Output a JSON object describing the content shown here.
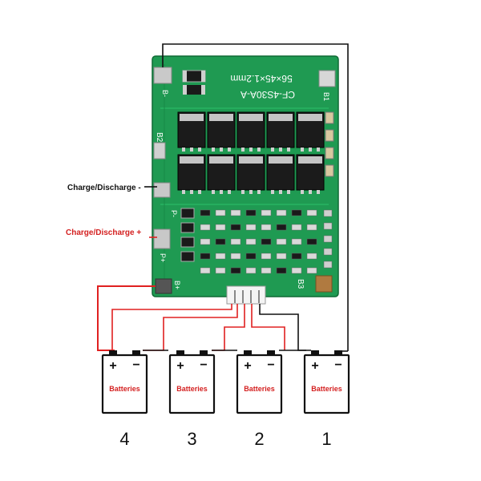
{
  "board": {
    "model_label": "CF-4S30A-A",
    "size_label": "56×45×1.2mm",
    "pads": {
      "b_minus": "B-",
      "b1": "B1",
      "b2": "B2",
      "b3": "B3",
      "p_minus": "P-",
      "p_plus": "P+",
      "b_plus": "B+"
    }
  },
  "labels": {
    "charge_discharge_minus": "Charge/Discharge -",
    "charge_discharge_plus": "Charge/Discharge +"
  },
  "batteries": [
    {
      "number": "4",
      "label": "Batteries",
      "plus": "+",
      "minus": "−"
    },
    {
      "number": "3",
      "label": "Batteries",
      "plus": "+",
      "minus": "−"
    },
    {
      "number": "2",
      "label": "Batteries",
      "plus": "+",
      "minus": "−"
    },
    {
      "number": "1",
      "label": "Batteries",
      "plus": "+",
      "minus": "−"
    }
  ],
  "colors": {
    "pcb": "#1f9a52",
    "pcb_dark": "#157a3e",
    "wire_red": "#e02020",
    "wire_black": "#111111",
    "label_plus": "#d42020",
    "battery_text": "#d42020"
  }
}
